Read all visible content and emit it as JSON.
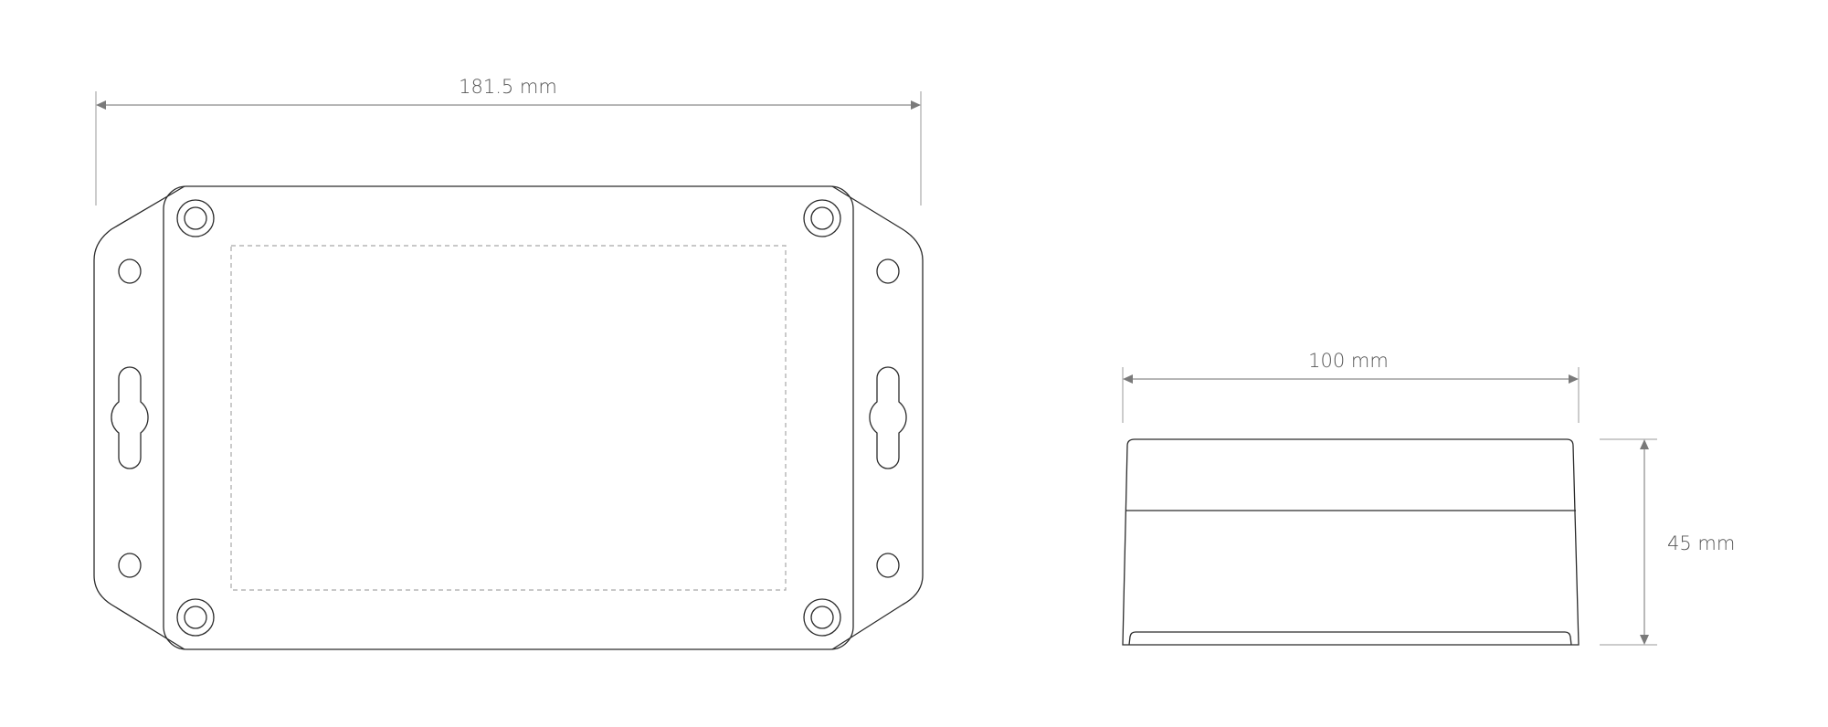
{
  "front_view": {
    "width_label": "181.5 mm"
  },
  "side_view": {
    "width_label": "100 mm",
    "height_label": "45 mm"
  },
  "colors": {
    "outline": "#2b2b2b",
    "dimension": "#8a8a8a",
    "dashed_area": "#a8a8a8"
  }
}
